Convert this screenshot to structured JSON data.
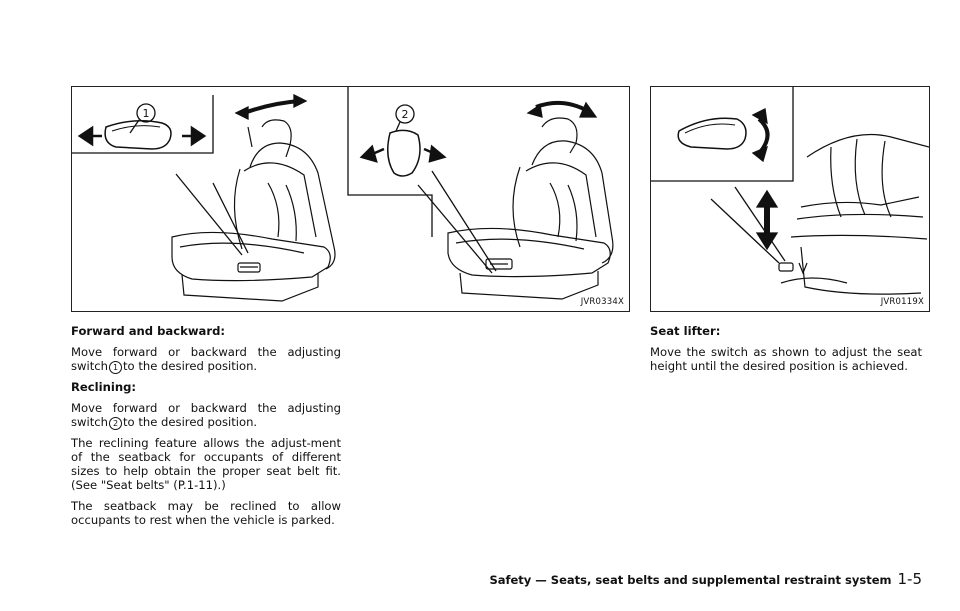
{
  "figures": {
    "left": {
      "code": "JVR0334X",
      "callout_1": "1",
      "callout_2": "2"
    },
    "right": {
      "code": "JVR0119X"
    }
  },
  "left_column": {
    "heading_forward": "Forward and backward:",
    "forward_pre": "Move forward or backward the adjusting switch",
    "forward_num": "1",
    "forward_post": "to the desired position.",
    "heading_reclining": "Reclining:",
    "reclining_pre": "Move forward or backward the adjusting switch",
    "reclining_num": "2",
    "reclining_post": "to the desired position.",
    "reclining_feature": "The reclining feature allows the adjust-ment of the seatback for occupants of different sizes to help obtain the proper seat belt fit. (See \"Seat belts\" (P.1-11).)",
    "seatback_note": "The seatback may be reclined to allow occupants to rest when the vehicle is parked."
  },
  "right_column": {
    "heading_lifter": "Seat lifter:",
    "lifter_text": "Move the switch as shown to adjust the seat height until the desired position is achieved."
  },
  "footer": {
    "section_title": "Safety — Seats, seat belts and supplemental restraint system",
    "page_number": "1-5"
  }
}
